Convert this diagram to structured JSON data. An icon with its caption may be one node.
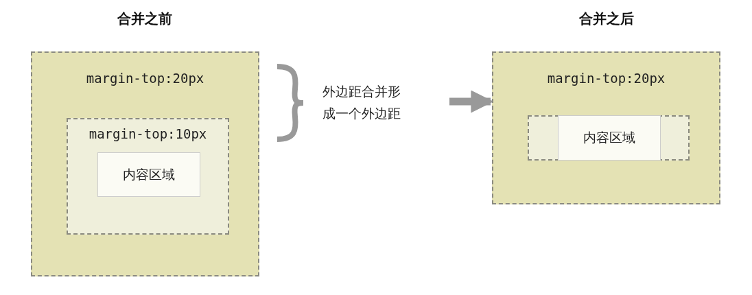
{
  "diagram": {
    "nodes": [
      {
        "text": [
          "margin-top:20px"
        ]
      },
      {
        "text": [
          "margin-top:10px"
        ],
        "in": 0
      },
      {
        "text": [
          "内容区域"
        ],
        "in": 1
      },
      {
        "text": [
          "外边距合并形成一个外边距"
        ]
      },
      {
        "text": [
          "margin-top:20px"
        ]
      },
      {
        "text": [],
        "shape": "box",
        "in": 4
      },
      {
        "text": [
          "内容区域"
        ],
        "in": 5
      }
    ],
    "edges": [
      {
        "from": 3,
        "to": 4,
        "arrow": "to"
      }
    ],
    "labels": [
      "合并之前",
      "合并之后"
    ]
  }
}
